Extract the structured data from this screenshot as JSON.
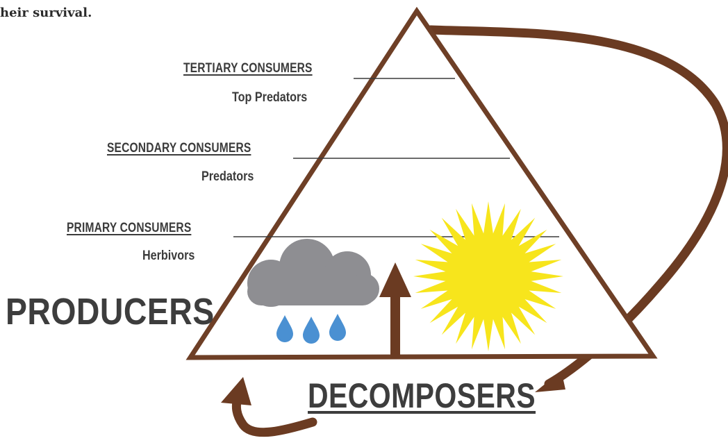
{
  "intro_text": "heir survival.",
  "levels": [
    {
      "title": "TERTIARY CONSUMERS",
      "subtitle": "Top Predators"
    },
    {
      "title": "SECONDARY CONSUMERS",
      "subtitle": "Predators"
    },
    {
      "title": "PRIMARY CONSUMERS",
      "subtitle": "Herbivors"
    }
  ],
  "producers_label": "PRODUCERS",
  "decomposers_label": "DECOMPOSERS",
  "colors": {
    "arrow_brown": "#6b3b22",
    "pyramid_outline": "#6e3f26",
    "cloud": "#8e8e92",
    "rain": "#4a90d2",
    "sun": "#f7e51c",
    "text": "#3b3b3b"
  },
  "icons": [
    "rain-cloud-icon",
    "sun-icon",
    "up-arrow-icon",
    "cycle-arrow-icon"
  ]
}
